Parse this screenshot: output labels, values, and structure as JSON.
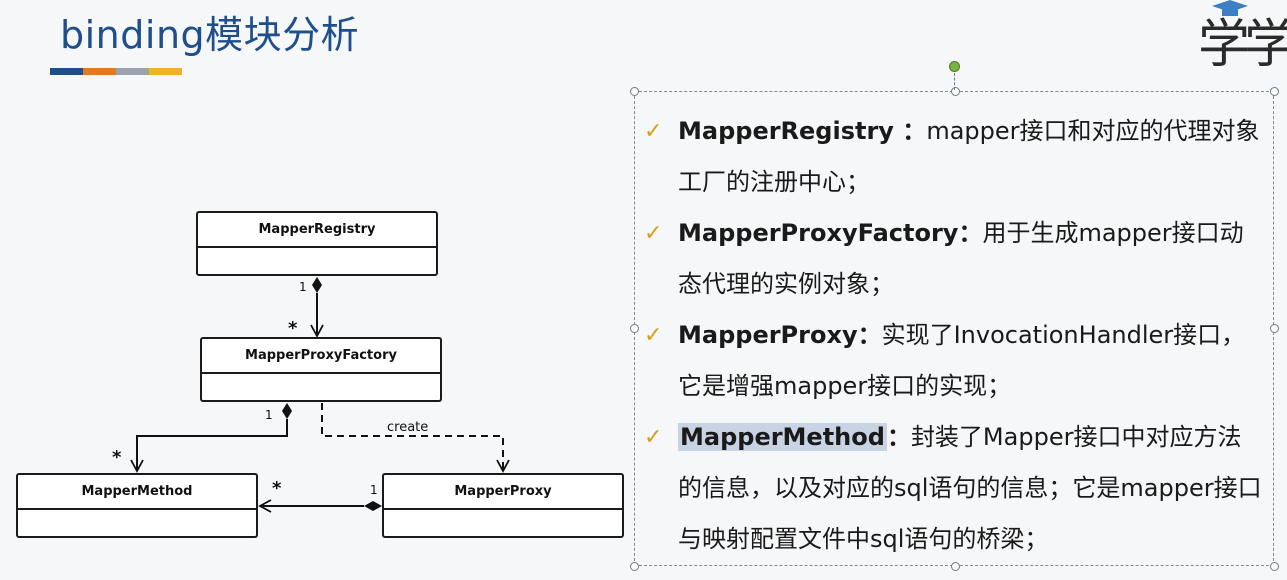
{
  "slide": {
    "title": "binding模块分析",
    "title_bar_colors": [
      "#1f4e8c",
      "#e07b24",
      "#9aa3ad",
      "#f0b323"
    ]
  },
  "logo": {
    "text": "学"
  },
  "diagram": {
    "classes": {
      "registry": "MapperRegistry",
      "proxy_factory": "MapperProxyFactory",
      "method": "MapperMethod",
      "proxy": "MapperProxy"
    },
    "multiplicities": {
      "registry_one": "1",
      "factory_many": "*",
      "factory_one": "1",
      "method_many_left": "*",
      "method_many_right": "*",
      "proxy_one": "1"
    },
    "edge_label_create": "create"
  },
  "bullets": [
    {
      "term": "MapperRegistry",
      "sep": " ：",
      "desc": "mapper接口和对应的代理对象工厂的注册中心；",
      "highlight": false
    },
    {
      "term": "MapperProxyFactory",
      "sep": "：",
      "desc": "用于生成mapper接口动态代理的实例对象；",
      "highlight": false
    },
    {
      "term": "MapperProxy",
      "sep": "：",
      "desc": "实现了InvocationHandler接口，它是增强mapper接口的实现；",
      "highlight": false
    },
    {
      "term": "MapperMethod",
      "sep": "：",
      "desc": "封装了Mapper接口中对应方法的信息，以及对应的sql语句的信息；它是mapper接口与映射配置文件中sql语句的桥梁；",
      "highlight": true
    }
  ],
  "icons": {
    "bullet": "check-icon",
    "logo": "graduation-cap-icon"
  }
}
